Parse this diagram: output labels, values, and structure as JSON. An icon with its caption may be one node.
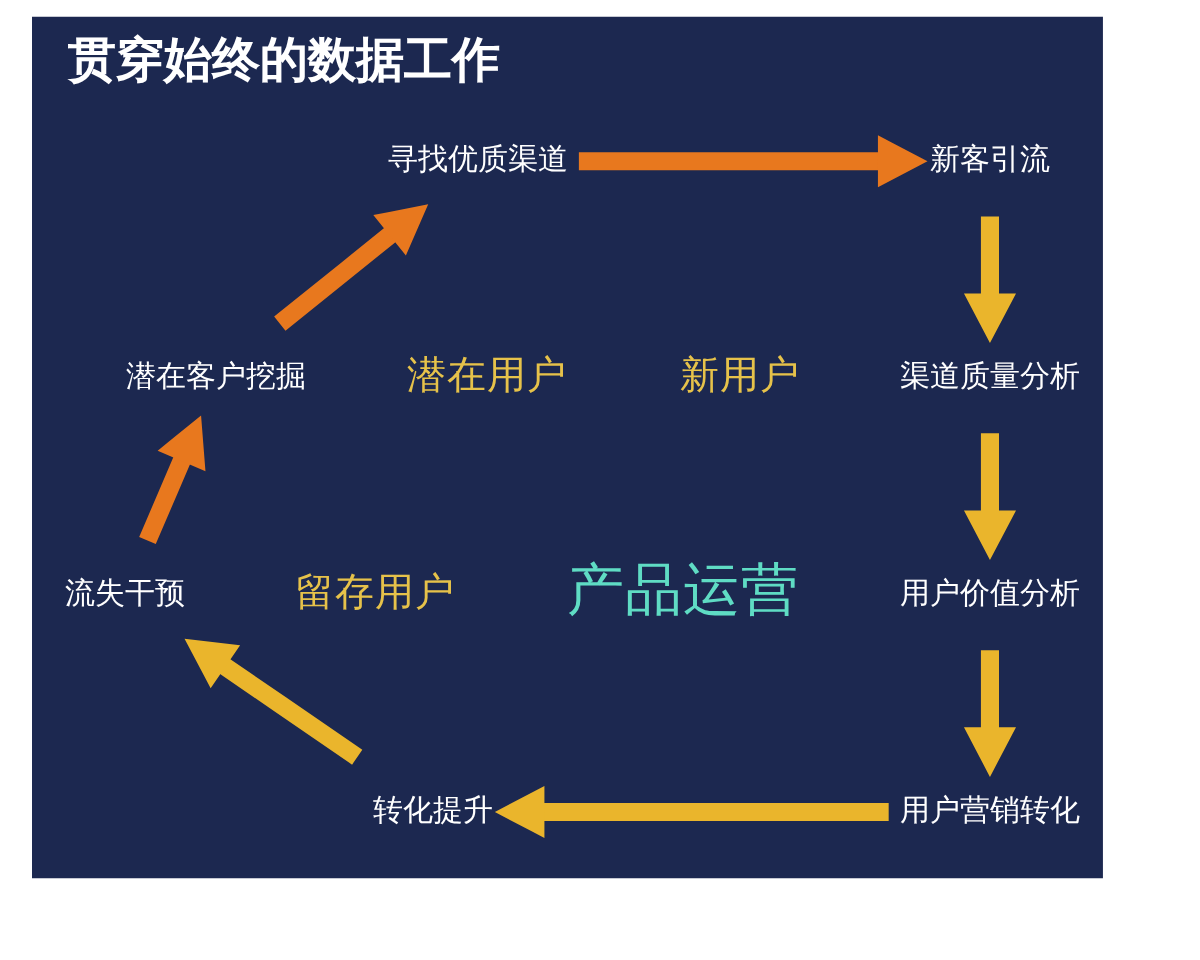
{
  "diagram": {
    "title": "贯穿始终的数据工作",
    "nodes": [
      {
        "text": [
          "寻找优质渠道"
        ]
      },
      {
        "text": [
          "新客引流"
        ]
      },
      {
        "text": [
          "渠道质量分析"
        ]
      },
      {
        "text": [
          "用户价值分析"
        ]
      },
      {
        "text": [
          "用户营销转化"
        ]
      },
      {
        "text": [
          "转化提升"
        ]
      },
      {
        "text": [
          "流失干预"
        ]
      },
      {
        "text": [
          "潜在客户挖掘"
        ]
      }
    ],
    "edges": [
      {
        "from": 0,
        "to": 1,
        "arrow": "to",
        "color": "#e8781e"
      },
      {
        "from": 1,
        "to": 2,
        "arrow": "to"
      },
      {
        "from": 2,
        "to": 3,
        "arrow": "to"
      },
      {
        "from": 3,
        "to": 4,
        "arrow": "to"
      },
      {
        "from": 4,
        "to": 5,
        "arrow": "to"
      },
      {
        "from": 5,
        "to": 6,
        "arrow": "to"
      },
      {
        "from": 6,
        "to": 7,
        "arrow": "to",
        "color": "#e8781e"
      },
      {
        "from": 7,
        "to": 0,
        "arrow": "to",
        "color": "#e8781e"
      }
    ],
    "labels": [
      "潜在用户",
      "新用户",
      "产品运营",
      "留存用户"
    ]
  }
}
